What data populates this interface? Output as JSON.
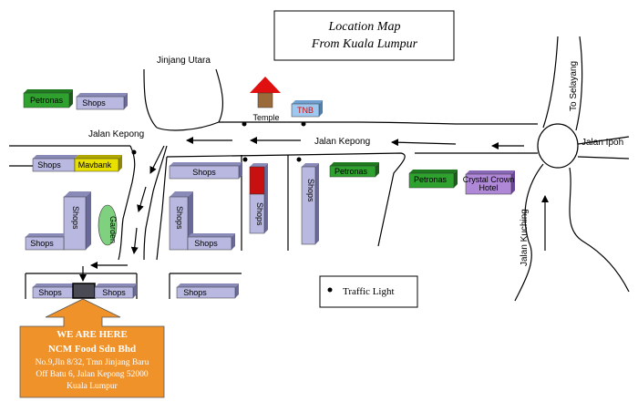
{
  "title": {
    "line1": "Location Map",
    "line2": "From Kuala Lumpur"
  },
  "roads": {
    "jinjang_utara": "Jinjang Utara",
    "jalan_kepong_left": "Jalan Kepong",
    "jalan_kepong_mid": "Jalan Kepong",
    "jalan_ipoh": "Jalan Ipoh",
    "to_selayang": "To Selayang",
    "jalan_kuching": "Jalan Kuching"
  },
  "buildings": {
    "petronas_top": "Petronas",
    "shops_top": "Shops",
    "temple": "Temple",
    "tnb": "TNB",
    "shops_row1": "Shops",
    "maybank": "Mavbank",
    "shops_mid": "Shops",
    "petronas_mid": "Petronas",
    "petronas_right": "Petronas",
    "crystal_crown_1": "Crystal Crown",
    "crystal_crown_2": "Hotel",
    "shops_vertical_left": "Shops",
    "shops_left_bottom": "Shops",
    "garden": "Garden",
    "shops_vertical_center": "Shops",
    "shops_center_bottom": "Shops",
    "shops_red_tower": "Shops",
    "shops_tall_right": "Shops",
    "shops_bottom_1": "Shops",
    "shops_bottom_2": "Shops",
    "shops_bottom_3": "Shops"
  },
  "legend": {
    "traffic_light": "Traffic Light"
  },
  "callout": {
    "heading": "WE ARE HERE",
    "company": "NCM Food Sdn Bhd",
    "address_1": "No.9,Jln 8/32, Tmn Jinjang Baru",
    "address_2": "Off Batu 6, Jalan Kepong 52000",
    "address_3": "Kuala Lumpur"
  },
  "colors": {
    "petronas": "#2ea12e",
    "shops": "#b8b8e0",
    "maybank": "#e8e000",
    "tnb": "#9fc8f0",
    "hotel": "#b088d8",
    "garden": "#7fd07f",
    "red_tower": "#c81010",
    "temple_roof": "#e01010",
    "temple_body": "#9a6a3a",
    "callout": "#f0922a"
  }
}
